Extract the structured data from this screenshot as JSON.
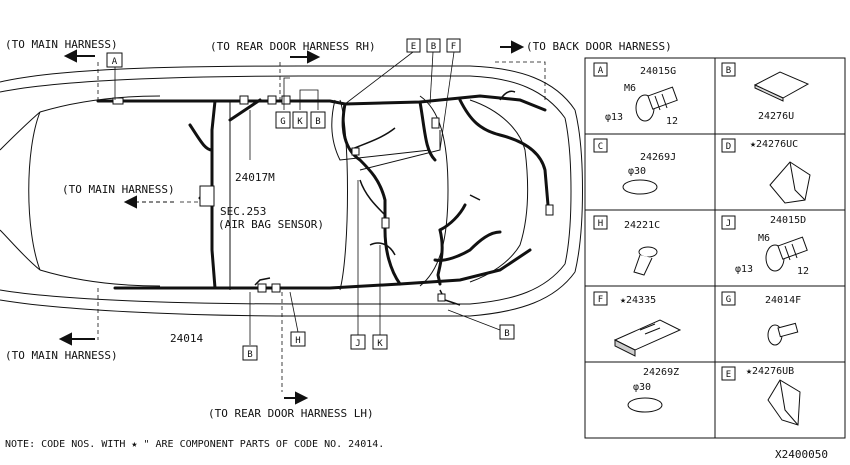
{
  "callouts": {
    "to_main_top": "(TO MAIN HARNESS)",
    "to_main_mid": "(TO MAIN HARNESS)",
    "to_main_bottom": "(TO MAIN HARNESS)",
    "to_rear_door_rh": "(TO REAR DOOR HARNESS RH)",
    "to_rear_door_lh": "(TO REAR DOOR HARNESS LH)",
    "to_back_door": "(TO BACK DOOR HARNESS)",
    "sec_ref": "SEC.253",
    "air_bag_sensor": "(AIR BAG SENSOR)"
  },
  "part_numbers": {
    "harness_main": "24017M",
    "harness_floor": "24014"
  },
  "diagram_tags": {
    "a_top": "A",
    "e_top": "E",
    "b_top": "B",
    "f_top": "F",
    "g_mid": "G",
    "k_mid": "K",
    "b_mid": "B",
    "b_bottom_left": "B",
    "h_bottom": "H",
    "j_bottom": "J",
    "k_bottom": "K",
    "b_bottom_right": "B"
  },
  "parts_table": [
    {
      "letter": "A",
      "part": "24015G",
      "size_label": "M6",
      "dia": "φ13",
      "len": "12"
    },
    {
      "letter": "B",
      "part": "24276U"
    },
    {
      "letter": "C",
      "part": "24269J",
      "dia": "φ30"
    },
    {
      "letter": "D",
      "part": "★24276UC"
    },
    {
      "letter": "H",
      "part": "24221C"
    },
    {
      "letter": "J",
      "part": "24015D",
      "size_label": "M6",
      "dia": "φ13",
      "len": "12"
    },
    {
      "letter": "F",
      "part": "★24335"
    },
    {
      "letter": "G",
      "part": "24014F"
    },
    {
      "letter": "",
      "part": "24269Z",
      "dia": "φ30"
    },
    {
      "letter": "E",
      "part": "★24276UB"
    }
  ],
  "footer": {
    "note": "NOTE: CODE NOS. WITH ★  \" ARE COMPONENT PARTS OF CODE NO. 24014.",
    "diagram_id": "X2400050"
  }
}
